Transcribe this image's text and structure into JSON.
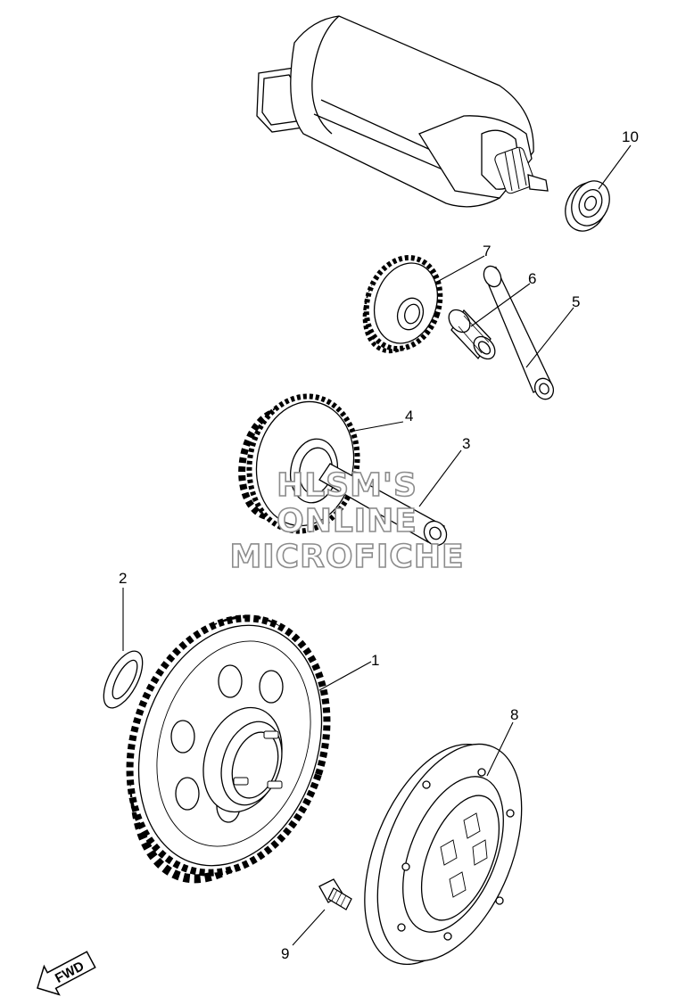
{
  "callouts": {
    "c1": "1",
    "c2": "2",
    "c3": "3",
    "c4": "4",
    "c5": "5",
    "c6": "6",
    "c7": "7",
    "c8": "8",
    "c9": "9",
    "c10": "10"
  },
  "watermark": {
    "line1": "HLSM'S",
    "line2": "ONLINE",
    "line3": "MICROFICHE"
  },
  "direction_badge": {
    "label": "FWD"
  }
}
